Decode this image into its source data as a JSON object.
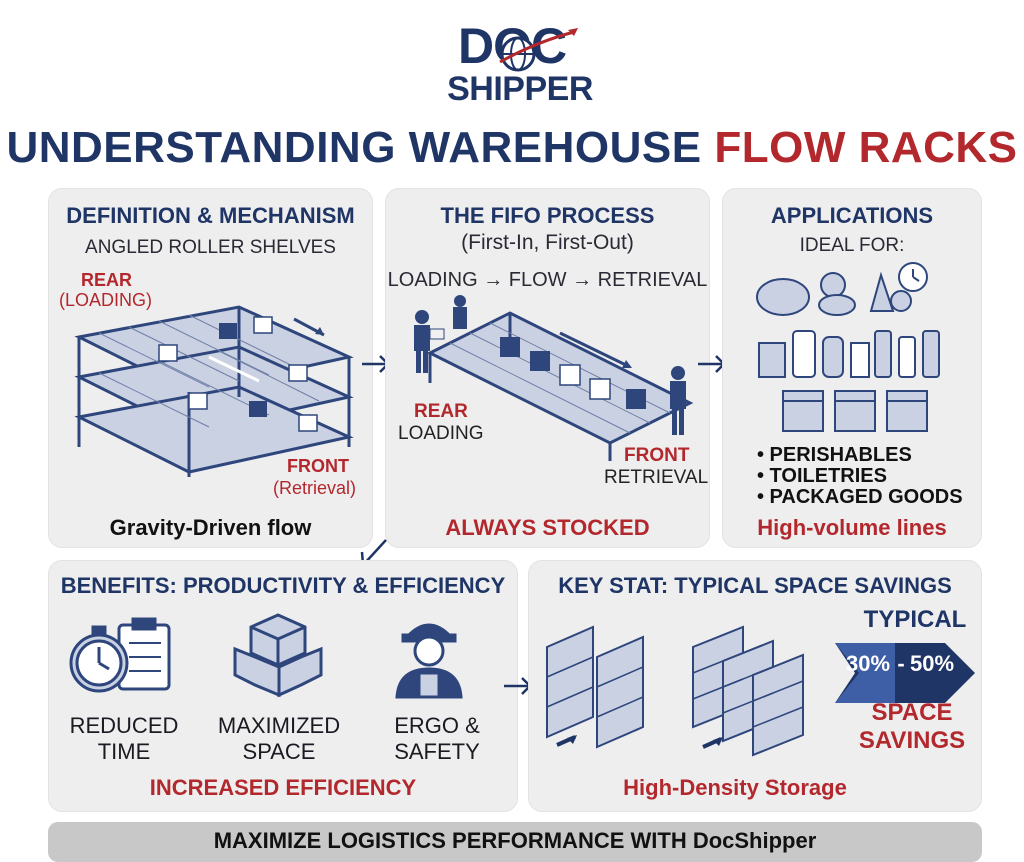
{
  "logo": {
    "line1": "DOC",
    "line2": "SHIPPER"
  },
  "title": {
    "part1": "UNDERSTANDING WAREHOUSE ",
    "part2": "FLOW RACKS"
  },
  "definition": {
    "title": "DEFINITION & MECHANISM",
    "subtitle": "ANGLED ROLLER SHELVES",
    "rear": "REAR",
    "rear_sub": "(LOADING)",
    "front": "FRONT",
    "front_sub": "(Retrieval)",
    "footer": "Gravity-Driven flow"
  },
  "fifo": {
    "title": "THE FIFO PROCESS",
    "subtitle": "(First-In, First-Out)",
    "steps": "LOADING → FLOW → RETRIEVAL",
    "rear": "REAR",
    "rear_sub": "LOADING",
    "front": "FRONT",
    "front_sub": "RETRIEVAL",
    "footer": "ALWAYS STOCKED"
  },
  "applications": {
    "title": "APPLICATIONS",
    "subtitle": "IDEAL FOR:",
    "items": [
      "• PERISHABLES",
      "• TOILETRIES",
      "• PACKAGED GOODS"
    ],
    "footer": "High-volume lines"
  },
  "benefits": {
    "title": "BENEFITS: PRODUCTIVITY & EFFICIENCY",
    "items": [
      {
        "line1": "REDUCED",
        "line2": "TIME"
      },
      {
        "line1": "MAXIMIZED",
        "line2": "SPACE"
      },
      {
        "line1": "ERGO &",
        "line2": "SAFETY"
      }
    ],
    "footer": "INCREASED EFFICIENCY"
  },
  "keystat": {
    "title": "KEY STAT: TYPICAL SPACE SAVINGS",
    "typical": "TYPICAL",
    "low": "30%",
    "sep": "-",
    "high": "50%",
    "savings1": "SPACE",
    "savings2": "SAVINGS",
    "footer": "High-Density Storage"
  },
  "banner": {
    "text": "MAXIMIZE LOGISTICS PERFORMANCE WITH DocShipper"
  },
  "colors": {
    "navy": "#1f3566",
    "red": "#b3282d",
    "panel": "#eeeeef",
    "banner": "#c8c8c9"
  }
}
